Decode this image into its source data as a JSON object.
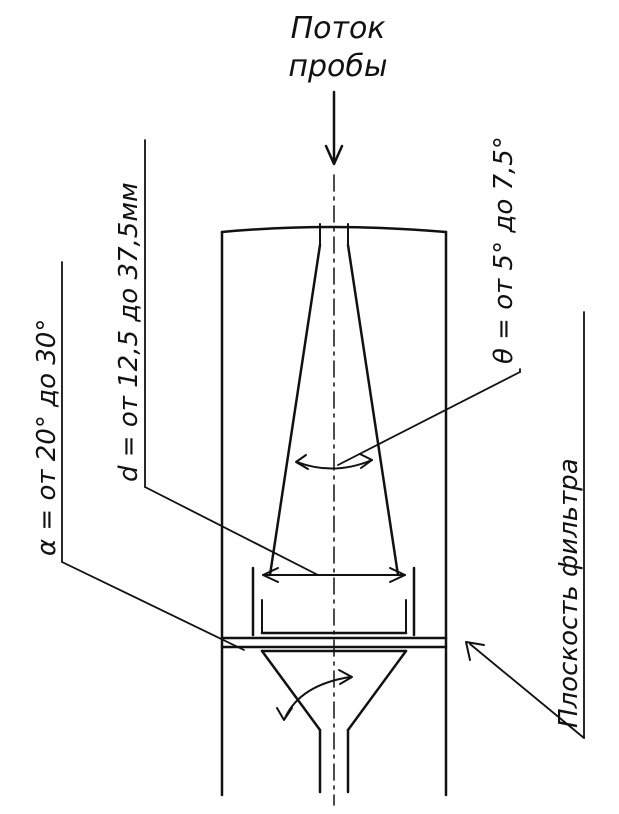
{
  "flow_label": {
    "line1": "Поток",
    "line2": "пробы"
  },
  "labels": {
    "theta": "θ = от 5° до 7,5°",
    "d": "d = от 12,5 до 37,5мм",
    "alpha": "α = от 20° до 30°",
    "filter_plane": "Плоскость фильтра"
  },
  "colors": {
    "ink": "#111111",
    "background": "#ffffff"
  }
}
